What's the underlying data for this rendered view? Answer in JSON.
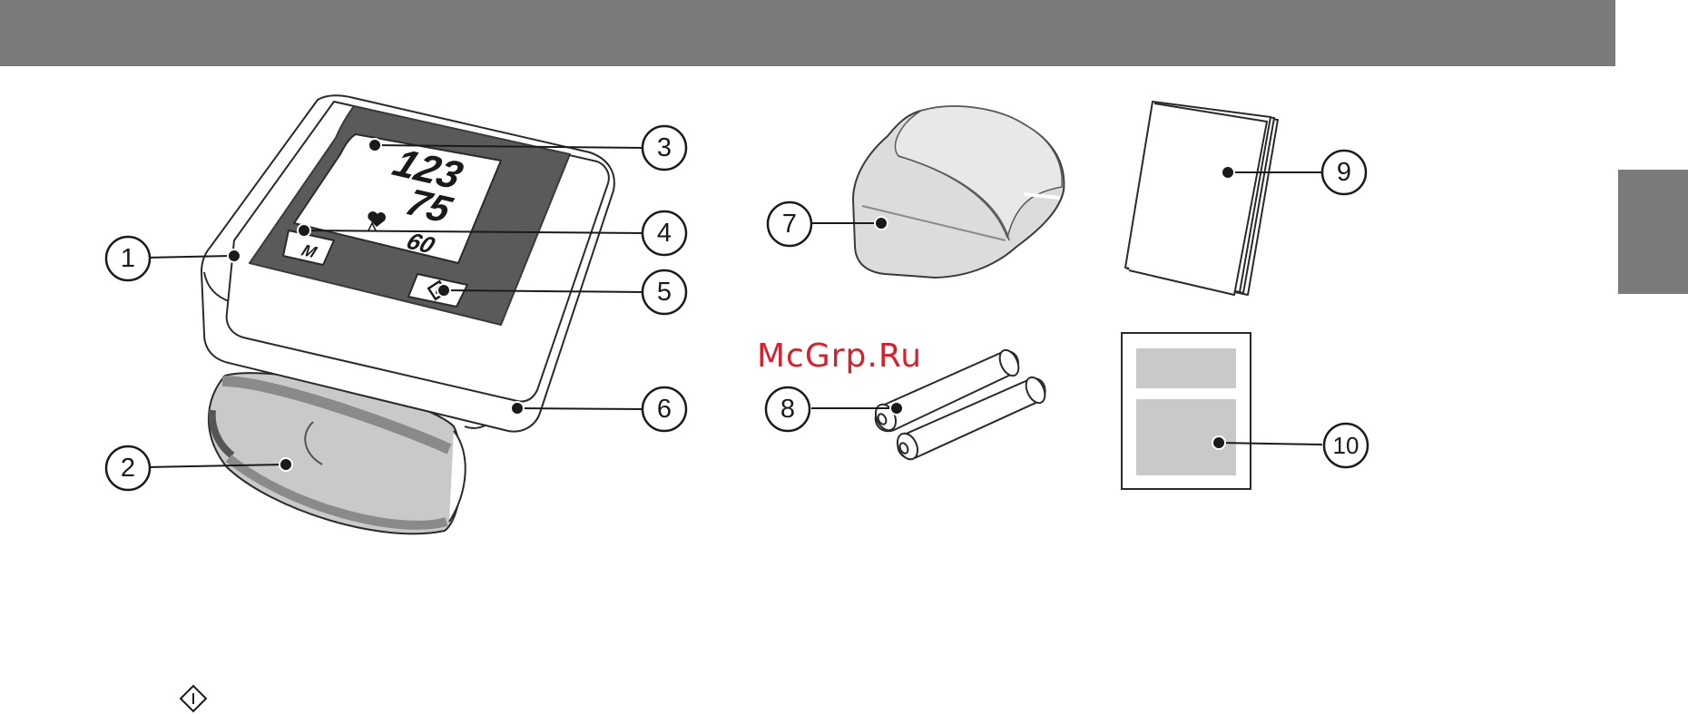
{
  "watermark": "McGrp.Ru",
  "display": {
    "systolic": "123",
    "diastolic": "75",
    "pulse": "60",
    "memory_button_label": "M"
  },
  "callouts": [
    "1",
    "2",
    "3",
    "4",
    "5",
    "6",
    "7",
    "8",
    "9",
    "10"
  ],
  "colors": {
    "header_bar": "#7a7a7a",
    "watermark": "#d8202a",
    "screen_frame": "#5a5a5a",
    "cuff_fill": "#c9c9c9"
  },
  "icons": [
    "power-button-icon",
    "heart-icon"
  ]
}
